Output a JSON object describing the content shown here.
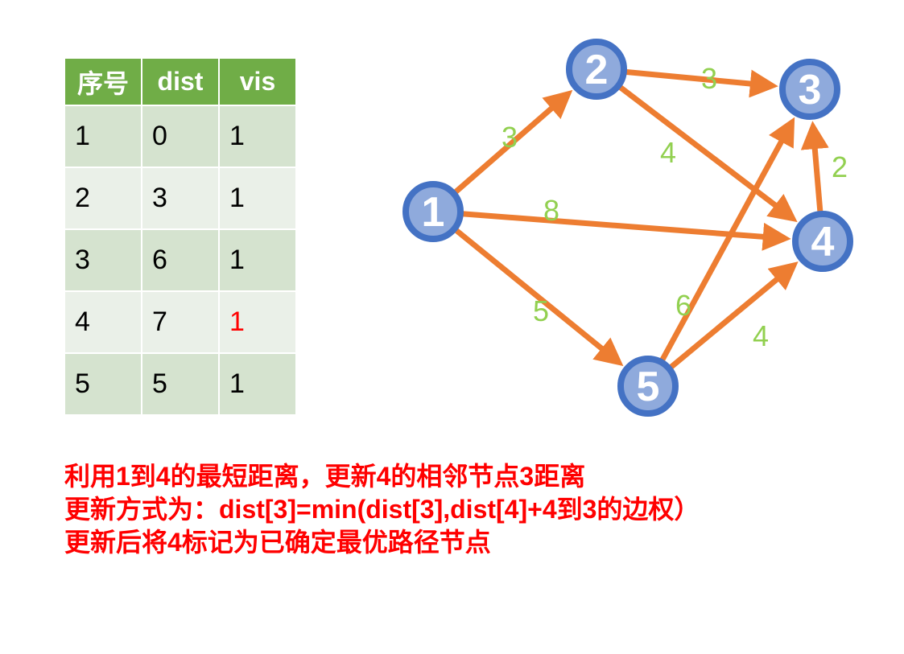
{
  "table": {
    "headers": [
      "序号",
      "dist",
      "vis"
    ],
    "rows": [
      [
        "1",
        "0",
        "1"
      ],
      [
        "2",
        "3",
        "1"
      ],
      [
        "3",
        "6",
        "1"
      ],
      [
        "4",
        "7",
        "1"
      ],
      [
        "5",
        "5",
        "1"
      ]
    ],
    "highlight": {
      "row": 3,
      "col": 2,
      "color": "#ff0000"
    }
  },
  "graph": {
    "nodes": [
      "1",
      "2",
      "3",
      "4",
      "5"
    ],
    "edges": [
      {
        "from": "1",
        "to": "2",
        "weight": "3"
      },
      {
        "from": "2",
        "to": "3",
        "weight": "3"
      },
      {
        "from": "2",
        "to": "4",
        "weight": "4"
      },
      {
        "from": "1",
        "to": "4",
        "weight": "8"
      },
      {
        "from": "1",
        "to": "5",
        "weight": "5"
      },
      {
        "from": "5",
        "to": "3",
        "weight": "6"
      },
      {
        "from": "5",
        "to": "4",
        "weight": "4"
      },
      {
        "from": "4",
        "to": "3",
        "weight": "2"
      }
    ],
    "colors": {
      "edge": "#ed7d31",
      "node_fill": "#8faadc",
      "node_stroke": "#4472c4",
      "weight": "#92d050"
    }
  },
  "notes": [
    "利用1到4的最短距离，更新4的相邻节点3距离",
    "更新方式为：dist[3]=min(dist[3],dist[4]+4到3的边权）",
    "更新后将4标记为已确定最优路径节点"
  ]
}
